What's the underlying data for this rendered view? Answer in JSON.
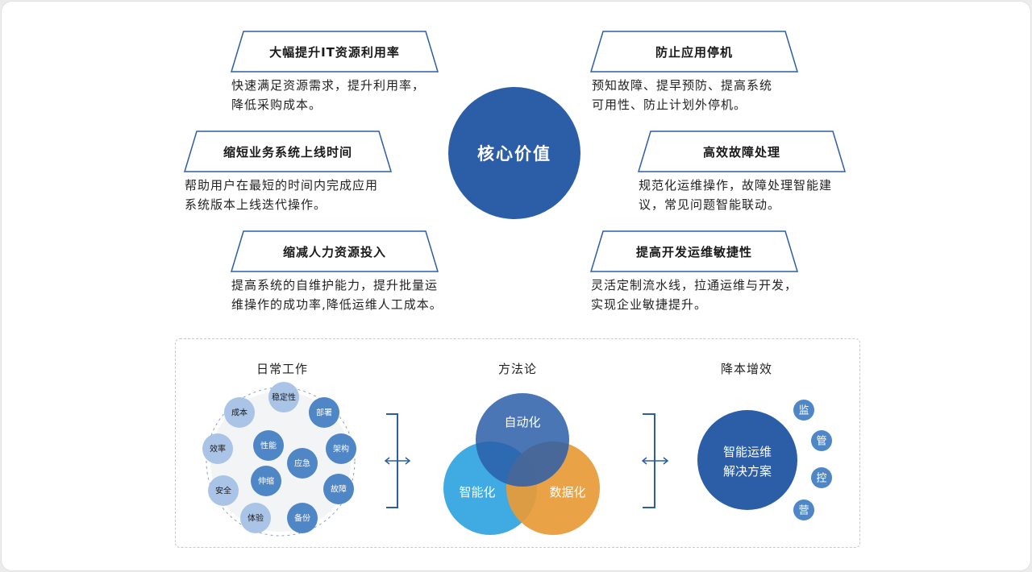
{
  "core": {
    "label": "核心价值"
  },
  "left_items": [
    {
      "title": "大幅提升IT资源利用率",
      "desc": [
        "快速满足资源需求，提升利用率，",
        "降低采购成本。"
      ]
    },
    {
      "title": "缩短业务系统上线时间",
      "desc": [
        "帮助用户在最短的时间内完成应用",
        "系统版本上线迭代操作。"
      ]
    },
    {
      "title": "缩减人力资源投入",
      "desc": [
        "提高系统的自维护能力，提升批量运",
        "维操作的成功率,降低运维人工成本。"
      ]
    }
  ],
  "right_items": [
    {
      "title": "防止应用停机",
      "desc": [
        "预知故障、提早预防、提高系统",
        "可用性、防止计划外停机。"
      ]
    },
    {
      "title": "高效故障处理",
      "desc": [
        "规范化运维操作，故障处理智能建",
        "议，常见问题智能联动。"
      ]
    },
    {
      "title": "提高开发运维敏捷性",
      "desc": [
        "灵活定制流水线，拉通运维与开发，",
        "实现企业敏捷提升。"
      ]
    }
  ],
  "daily_work": {
    "title": "日常工作",
    "outer": [
      "稳定性",
      "部署",
      "架构",
      "故障",
      "备份",
      "体验",
      "安全",
      "效率",
      "成本"
    ],
    "inner": [
      "性能",
      "应急",
      "伸缩"
    ]
  },
  "methodology": {
    "title": "方法论",
    "circles": [
      "自动化",
      "智能化",
      "数据化"
    ]
  },
  "cost_reduction": {
    "title": "降本增效",
    "center": [
      "智能运维",
      "解决方案"
    ],
    "satellites": [
      "监",
      "管",
      "控",
      "营"
    ]
  },
  "colors": {
    "brand_blue": "#2c5ea8",
    "mid_blue": "#4f86c6",
    "light_blue": "#a9c4e6",
    "sky_blue": "#36a6e0",
    "orange": "#e89a36",
    "banner_border": "#2c5ea8"
  }
}
